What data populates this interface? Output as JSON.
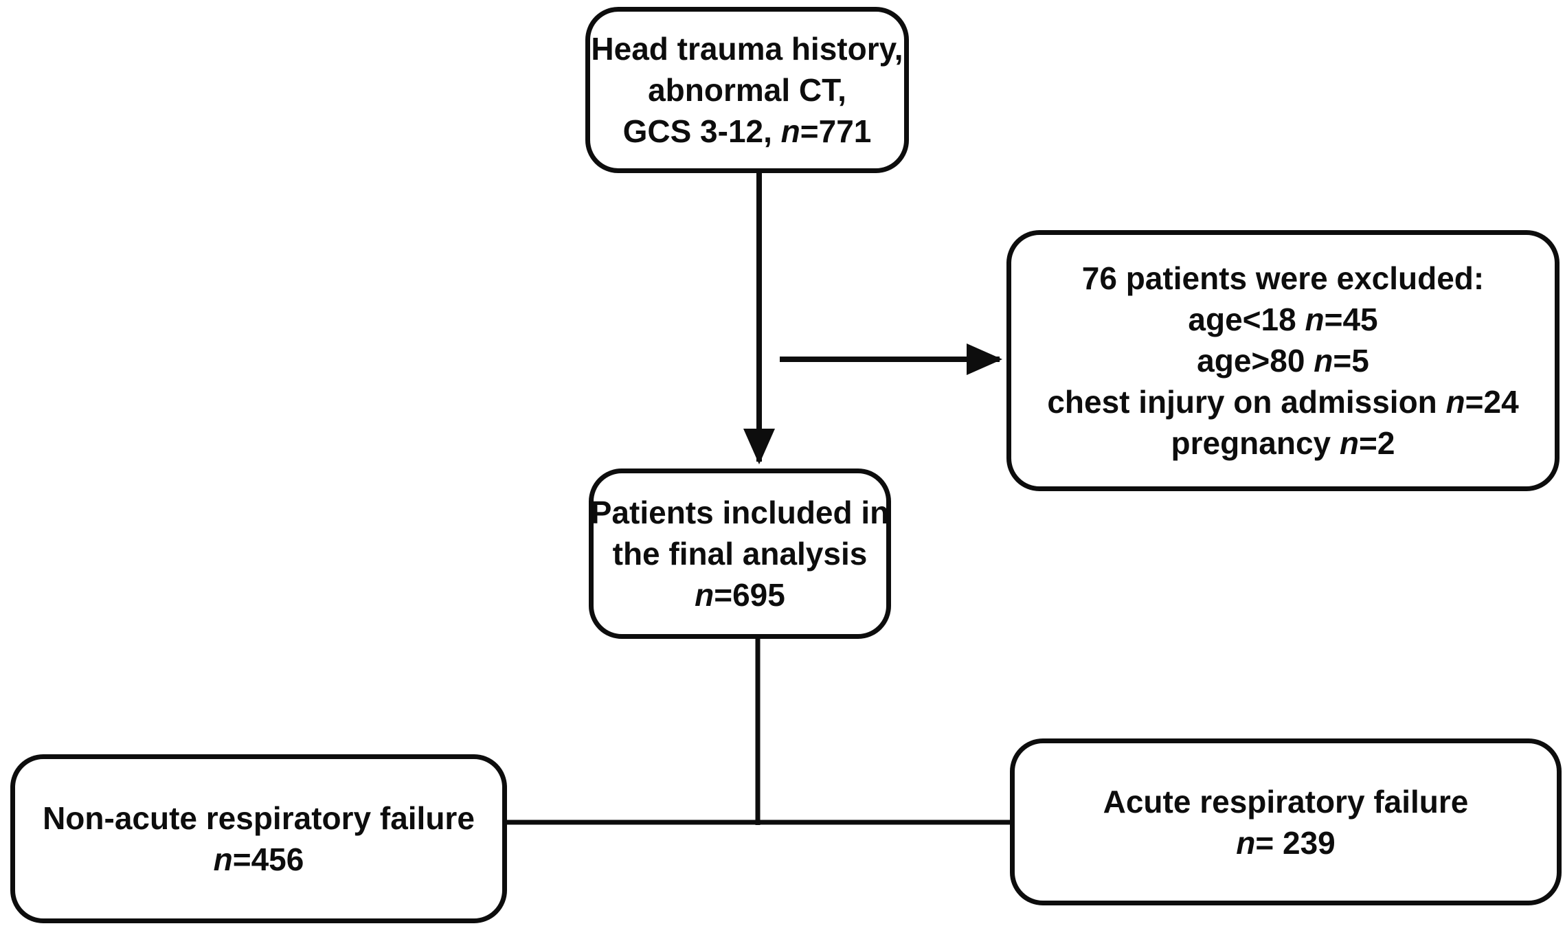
{
  "figure": {
    "title": "Patient inclusion flow diagram",
    "style": {
      "background": "#ffffff",
      "ink": "#0d0d0d"
    },
    "boxes": [
      {
        "id": "head-trauma",
        "lines": [
          [
            {
              "t": "Head trauma history,"
            }
          ],
          [
            {
              "t": "abnormal CT,"
            }
          ],
          [
            {
              "t": "GCS 3-12, "
            },
            {
              "t": "n",
              "i": true
            },
            {
              "t": "=771"
            }
          ]
        ]
      },
      {
        "id": "excluded",
        "lines": [
          [
            {
              "t": "76 patients were excluded:"
            }
          ],
          [
            {
              "t": "age<18 "
            },
            {
              "t": "n",
              "i": true
            },
            {
              "t": "=45"
            }
          ],
          [
            {
              "t": "age>80 "
            },
            {
              "t": "n",
              "i": true
            },
            {
              "t": "=5"
            }
          ],
          [
            {
              "t": "chest injury on admission "
            },
            {
              "t": "n",
              "i": true
            },
            {
              "t": "=24"
            }
          ],
          [
            {
              "t": "pregnancy "
            },
            {
              "t": "n",
              "i": true
            },
            {
              "t": "=2"
            }
          ]
        ]
      },
      {
        "id": "included",
        "lines": [
          [
            {
              "t": "Patients included in"
            }
          ],
          [
            {
              "t": "the final analysis"
            }
          ],
          [
            {
              "t": "n",
              "i": true
            },
            {
              "t": "=695"
            }
          ]
        ]
      },
      {
        "id": "non-arf",
        "lines": [
          [
            {
              "t": "Non-acute respiratory failure"
            }
          ],
          [
            {
              "t": "n",
              "i": true
            },
            {
              "t": "=456"
            }
          ]
        ]
      },
      {
        "id": "arf",
        "lines": [
          [
            {
              "t": "Acute respiratory failure"
            }
          ],
          [
            {
              "t": "n",
              "i": true
            },
            {
              "t": "= 239"
            }
          ]
        ]
      }
    ]
  }
}
